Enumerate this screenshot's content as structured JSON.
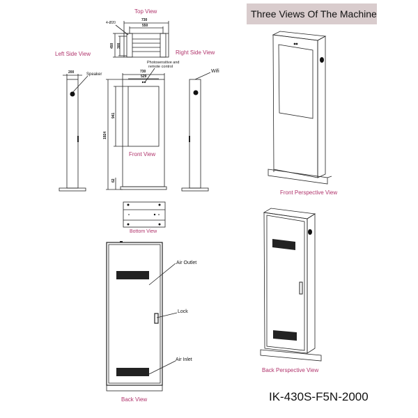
{
  "header": {
    "title": "Three Views Of The Machine",
    "title_bg": "#d9cccd"
  },
  "labels": {
    "top_view": "Top View",
    "left_side_view": "Left Side View",
    "right_side_view": "Right Side View",
    "front_view": "Front View",
    "bottom_view": "Bottom View",
    "back_view": "Back View",
    "front_perspective_view": "Front Perspective View",
    "back_perspective_view": "Back Perspective View",
    "label_color": "#b0336b"
  },
  "callouts": {
    "speaker": "Speaker",
    "wifi": "Wifi",
    "photosensitive_line1": "Photosensitive and",
    "photosensitive_line2": "remote control",
    "air_outlet": "Air Outlet",
    "lock": "Lock",
    "air_inlet": "Air Inlet"
  },
  "dimensions": {
    "top_width_outer": "730",
    "top_width_inner": "550",
    "top_depth_outer": "450",
    "top_depth_inner": "300",
    "hole": "4-Ø20",
    "side_width": "200",
    "front_width_outer": "730",
    "front_width_inner": "529",
    "screen_height": "941",
    "total_height": "1924",
    "base_height": "62"
  },
  "footer": {
    "model": "IK-430S-F5N-2000"
  }
}
